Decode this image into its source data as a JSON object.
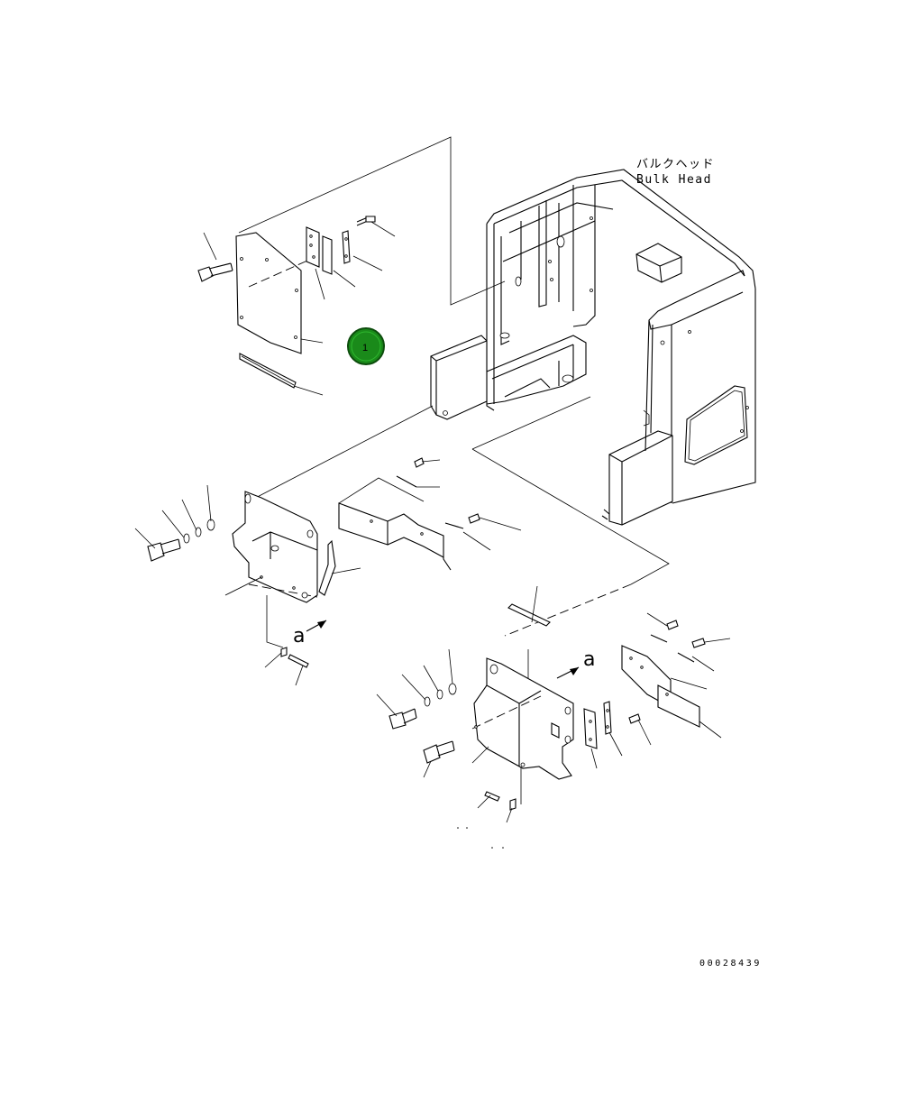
{
  "labels": {
    "bulkhead_jp": "バルクヘッド",
    "bulkhead_en": "Bulk Head",
    "view_ref": "a",
    "drawing_code": "00028439"
  },
  "callouts": [
    {
      "number": "1",
      "color": "#1a8a1a"
    }
  ],
  "colors": {
    "line": "#000000",
    "background": "#ffffff",
    "callout": "#1a8a1a"
  }
}
